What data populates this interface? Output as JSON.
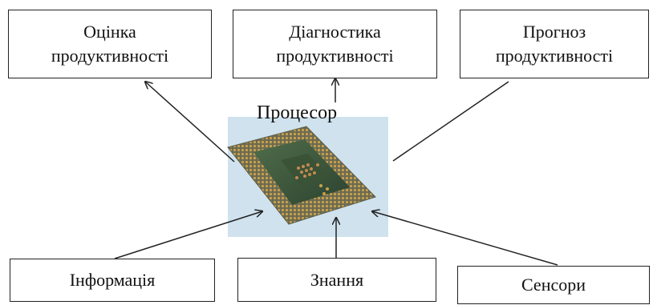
{
  "center": {
    "label": "Процесор"
  },
  "outputs": {
    "evaluation": {
      "line1": "Оцінка",
      "line2": "продуктивності"
    },
    "diagnostics": {
      "line1": "Діагностика",
      "line2": "продуктивності"
    },
    "forecast": {
      "line1": "Прогноз",
      "line2": "продуктивності"
    }
  },
  "inputs": {
    "information": "Інформація",
    "knowledge": "Знання",
    "sensors": "Сенсори"
  },
  "colors": {
    "chip_green": "#3f5a3c",
    "pins_gold": "#b08a3a",
    "backdrop": "#cfe2ee"
  }
}
